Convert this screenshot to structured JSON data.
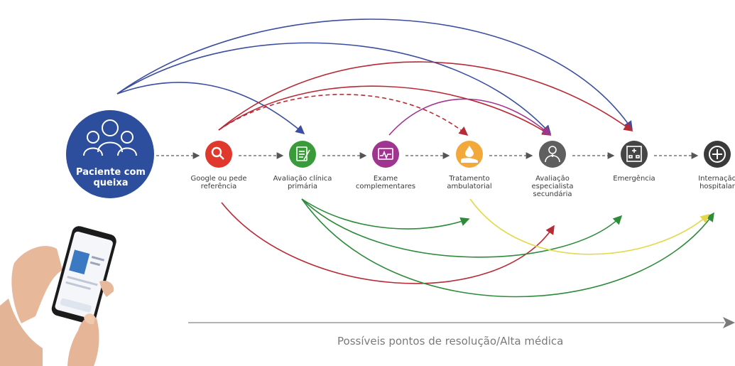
{
  "patient": {
    "label": "Paciente com queixa",
    "color": "#2d4e9c"
  },
  "nodes": [
    {
      "id": "google",
      "label": "Google ou pede referência",
      "color": "#e0382c",
      "icon": "search-icon"
    },
    {
      "id": "primary",
      "label": "Avaliação clínica primária",
      "color": "#3a9b3a",
      "icon": "clipboard-icon"
    },
    {
      "id": "exam",
      "label": "Exame complementares",
      "color": "#a0358f",
      "icon": "exam-icon"
    },
    {
      "id": "treatment",
      "label": "Tratamento ambulatorial",
      "color": "#f3a83a",
      "icon": "hand-care-icon"
    },
    {
      "id": "specialist",
      "label": "Avaliação especialista secundária",
      "color": "#5f5f5f",
      "icon": "doctor-icon"
    },
    {
      "id": "emergency",
      "label": "Emergência",
      "color": "#454545",
      "icon": "hospital-icon"
    },
    {
      "id": "admission",
      "label": "Internação hospitalar",
      "color": "#3a3a3a",
      "icon": "medical-cross-icon"
    }
  ],
  "axis": {
    "label": "Possíveis pontos de resolução/Alta médica"
  },
  "arrow_colors": {
    "blue": "#3b4e9f",
    "red": "#b82a35",
    "green": "#2e8b3a",
    "purple": "#a0358f",
    "yellow": "#e3d84a",
    "gray": "#8a8a8a"
  }
}
